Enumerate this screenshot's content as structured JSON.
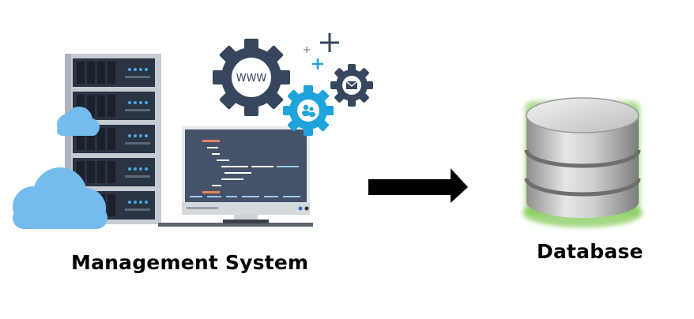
{
  "diagram": {
    "source": {
      "label": "Management System",
      "gear_main_text": "WWW"
    },
    "target": {
      "label": "Database"
    },
    "arrow": {
      "direction": "right"
    },
    "colors": {
      "rack": "#2b3442",
      "rack_frame": "#c7ccd2",
      "cloud": "#74bcee",
      "gear_dark": "#36475d",
      "gear_blue": "#1fa3dc",
      "monitor_screen": "#45526a",
      "db_body": "#b8b8b8",
      "db_glow": "#7ec84f",
      "arrow": "#000000"
    },
    "icons": [
      "server-rack-icon",
      "cloud-icon",
      "gear-icon",
      "users-icon",
      "mail-icon",
      "plus-icon",
      "monitor-icon",
      "arrow-right-icon",
      "database-icon"
    ]
  }
}
